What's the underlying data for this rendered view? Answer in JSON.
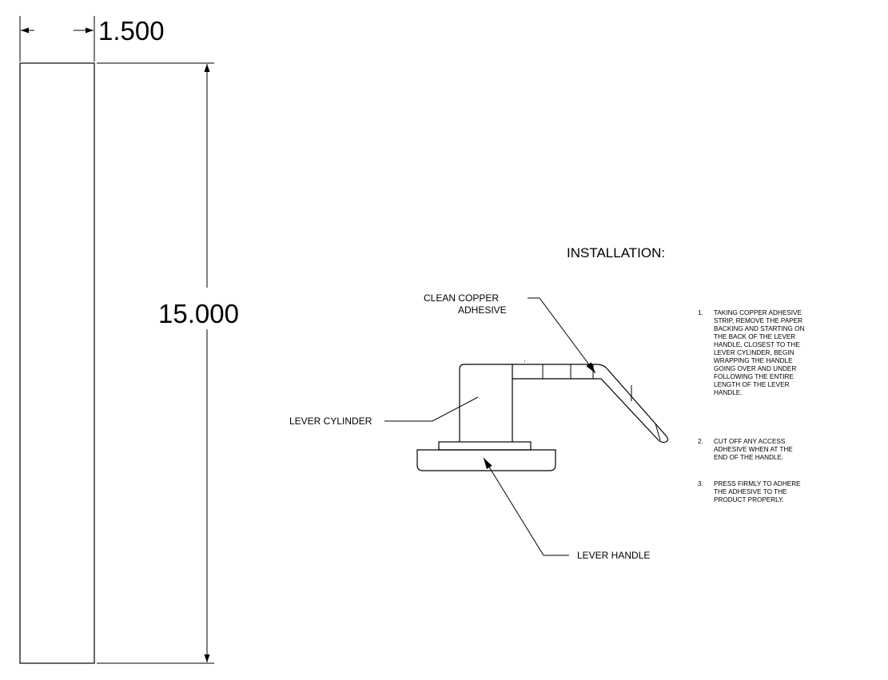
{
  "dimensions": {
    "width_value": "1.500",
    "height_value": "15.000"
  },
  "installation": {
    "heading": "INSTALLATION:",
    "labels": {
      "adhesive": [
        "CLEAN COPPER",
        "ADHESIVE"
      ],
      "cylinder": "LEVER CYLINDER",
      "handle": "LEVER HANDLE"
    },
    "steps": [
      {
        "number": "1.",
        "lines": [
          "TAKING COPPER ADHESIVE",
          "STRIP, REMOVE THE PAPER",
          "BACKING AND STARTING ON",
          "THE BACK OF THE LEVER",
          "HANDLE, CLOSEST TO THE",
          "LEVER CYLINDER, BEGIN",
          "WRAPPING THE HANDLE",
          "GOING OVER AND UNDER",
          "FOLLOWING THE ENTIRE",
          "LENGTH OF THE LEVER",
          "HANDLE."
        ]
      },
      {
        "number": "2.",
        "lines": [
          "CUT OFF ANY ACCESS",
          "ADHESIVE WHEN AT THE",
          "END OF THE HANDLE."
        ]
      },
      {
        "number": "3.",
        "lines": [
          "PRESS FIRMLY TO ADHERE",
          "THE ADHESIVE TO THE",
          "PRODUCT PROPERLY."
        ]
      }
    ]
  }
}
